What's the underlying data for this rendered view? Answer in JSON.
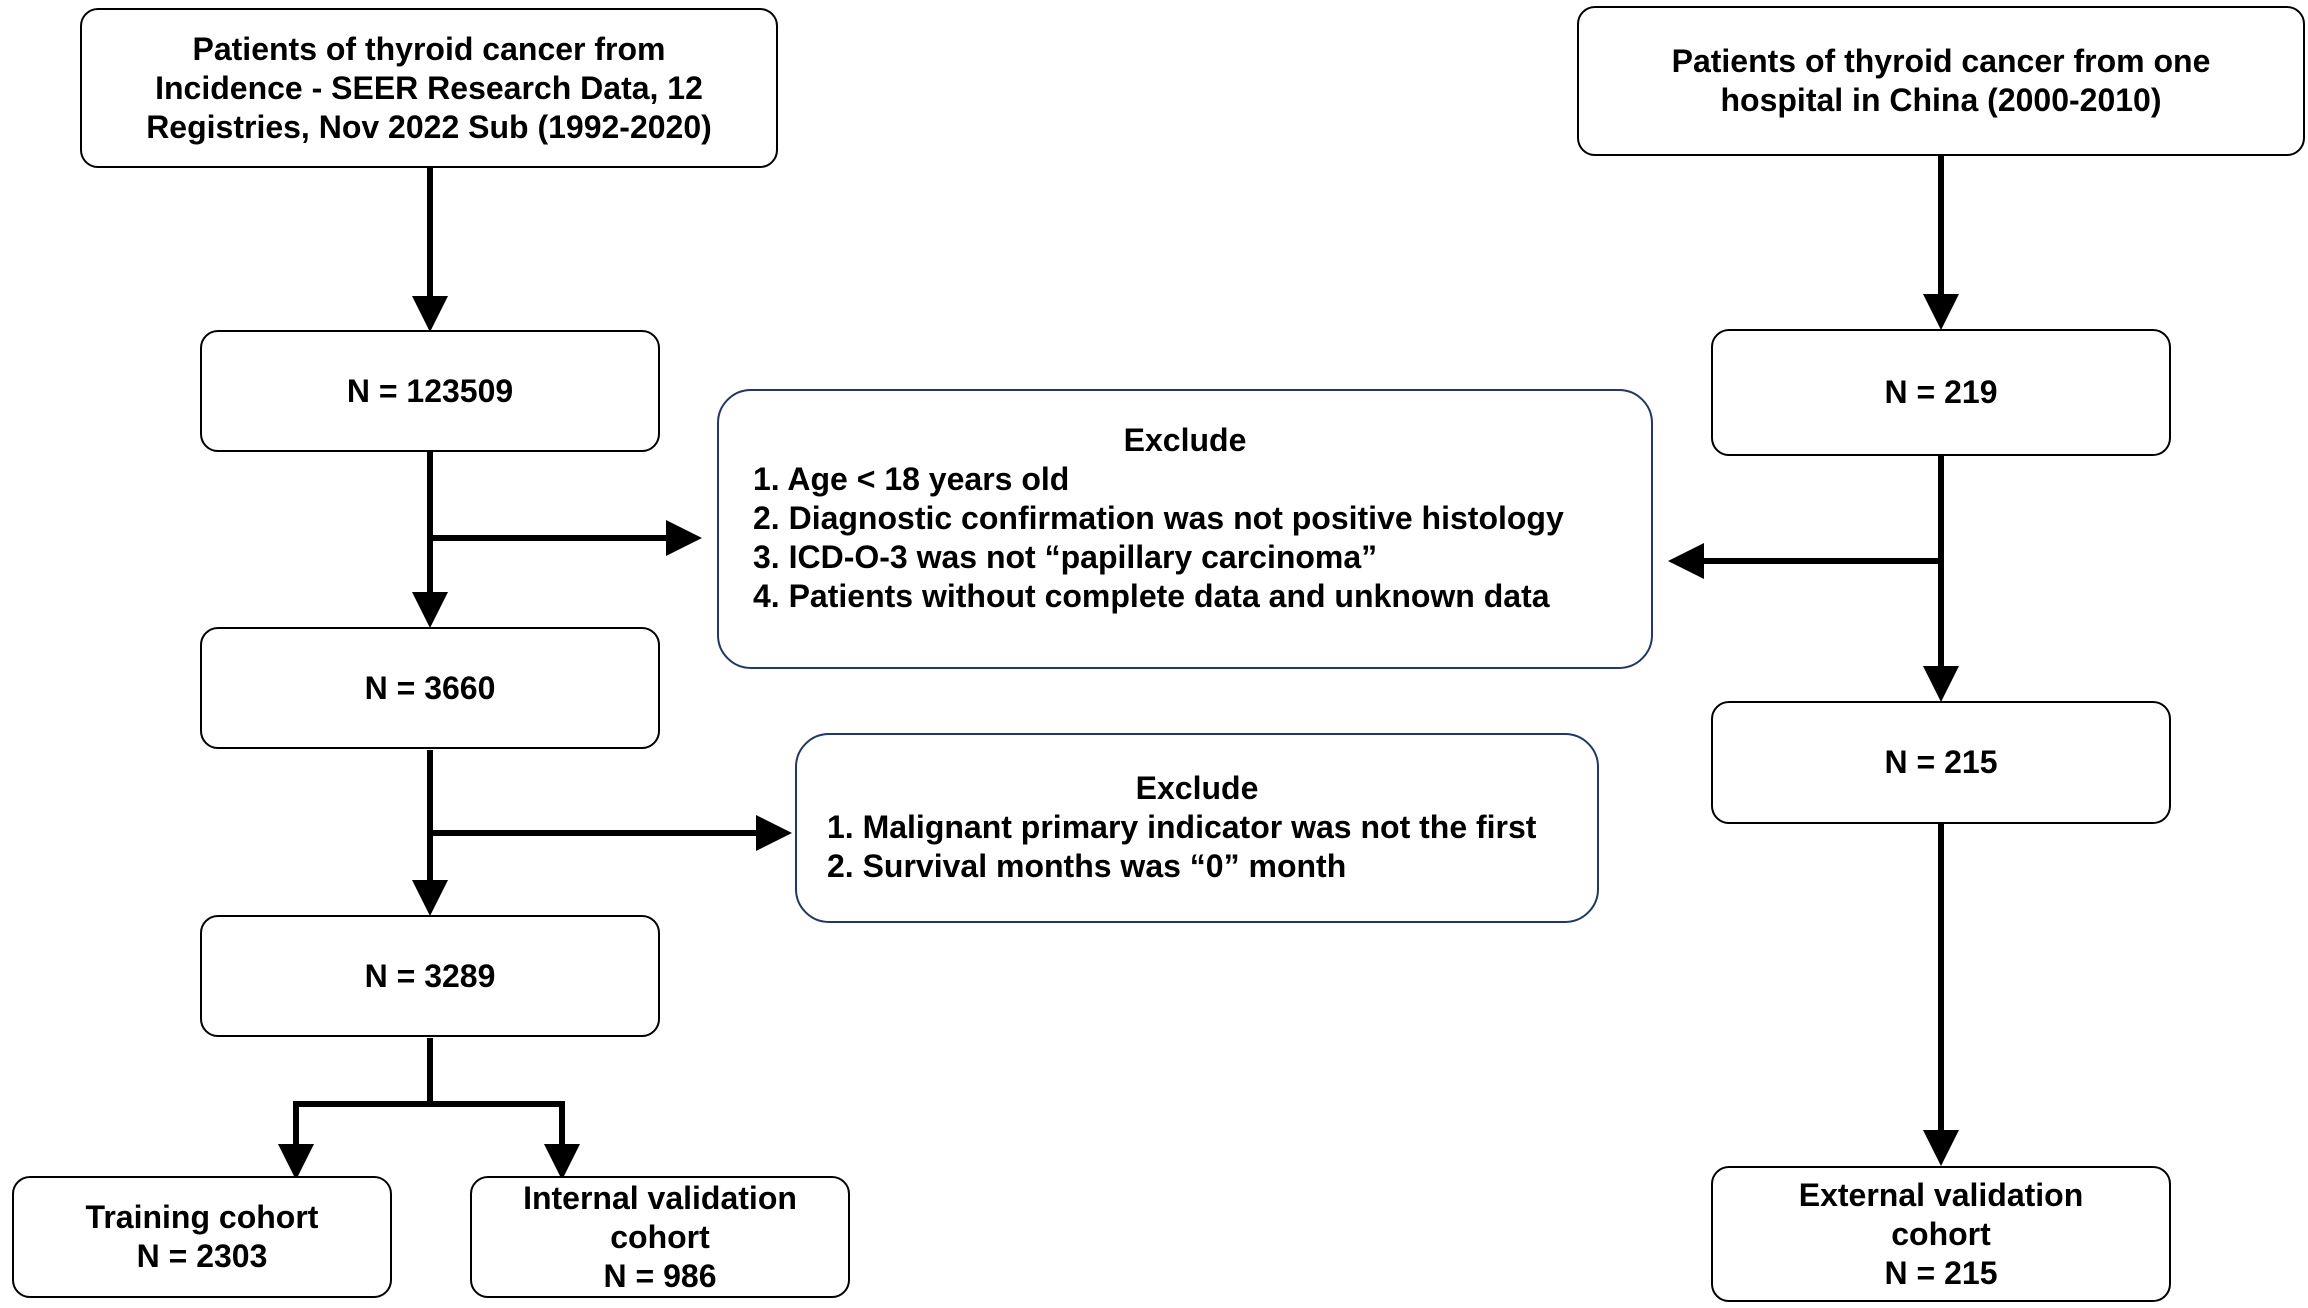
{
  "left_flow": {
    "source_lines": [
      "Patients of thyroid cancer from",
      "Incidence - SEER Research Data, 12",
      "Registries, Nov 2022 Sub (1992-2020)"
    ],
    "n1": "N = 123509",
    "n2": "N = 3660",
    "n3": "N = 3289",
    "training": [
      "Training cohort",
      "N = 2303"
    ],
    "internal": [
      "Internal validation",
      "cohort",
      "N = 986"
    ]
  },
  "exclude1": {
    "title": "Exclude",
    "items": [
      "1. Age < 18 years old",
      "2. Diagnostic confirmation was not positive histology",
      "3. ICD-O-3 was not “papillary carcinoma”",
      "4. Patients without complete data and unknown data"
    ]
  },
  "exclude2": {
    "title": "Exclude",
    "items": [
      "1. Malignant primary indicator was not the first",
      "2. Survival months was “0” month"
    ]
  },
  "right_flow": {
    "source_lines": [
      "Patients of thyroid cancer from one",
      "hospital in China (2000-2010)"
    ],
    "n1": "N = 219",
    "n2": "N = 215",
    "external": [
      "External validation",
      "cohort",
      "N = 215"
    ]
  },
  "colors": {
    "line": "#000000",
    "exclude_border": "#1f3864"
  }
}
